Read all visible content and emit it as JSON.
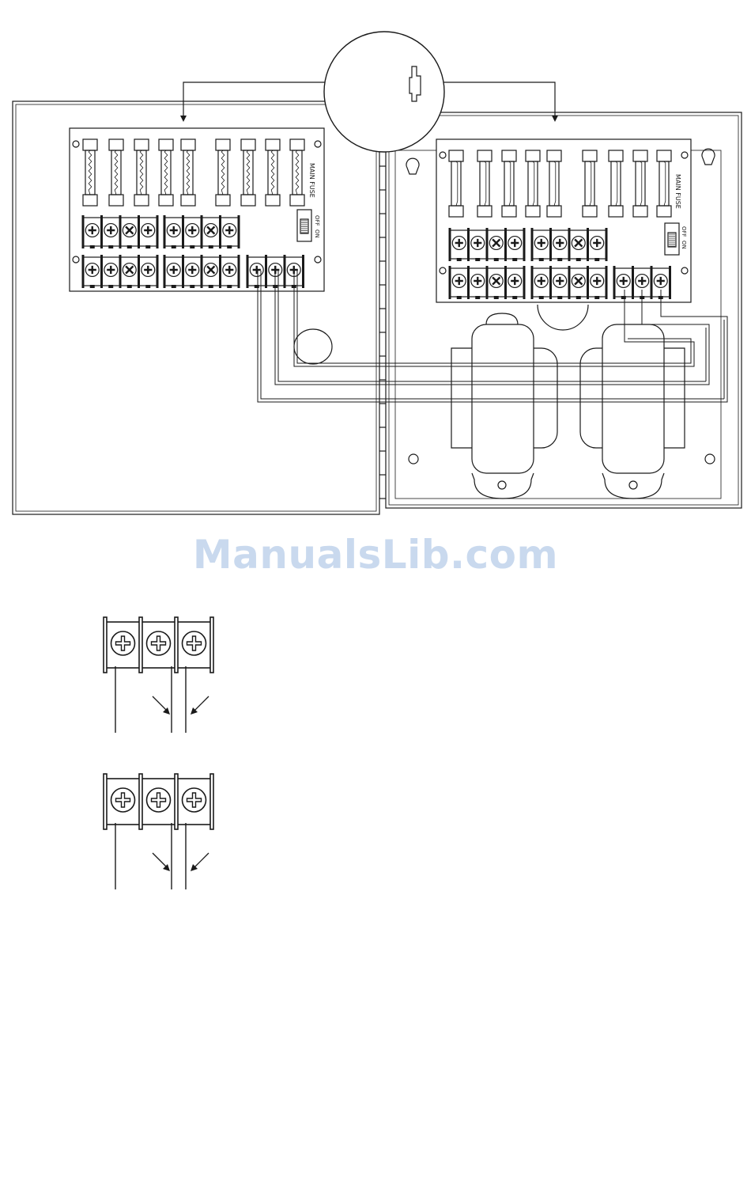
{
  "watermark": "ManualsLib.com",
  "boards": {
    "left": {
      "fuse_label": "MAIN FUSE",
      "on_label": "ON",
      "off_label": "OFF"
    },
    "right": {
      "fuse_label": "MAIN FUSE",
      "on_label": "ON",
      "off_label": "OFF"
    }
  },
  "colors": {
    "line": "#1a1a1a",
    "watermark": "#c9d9ee",
    "background": "#ffffff"
  }
}
